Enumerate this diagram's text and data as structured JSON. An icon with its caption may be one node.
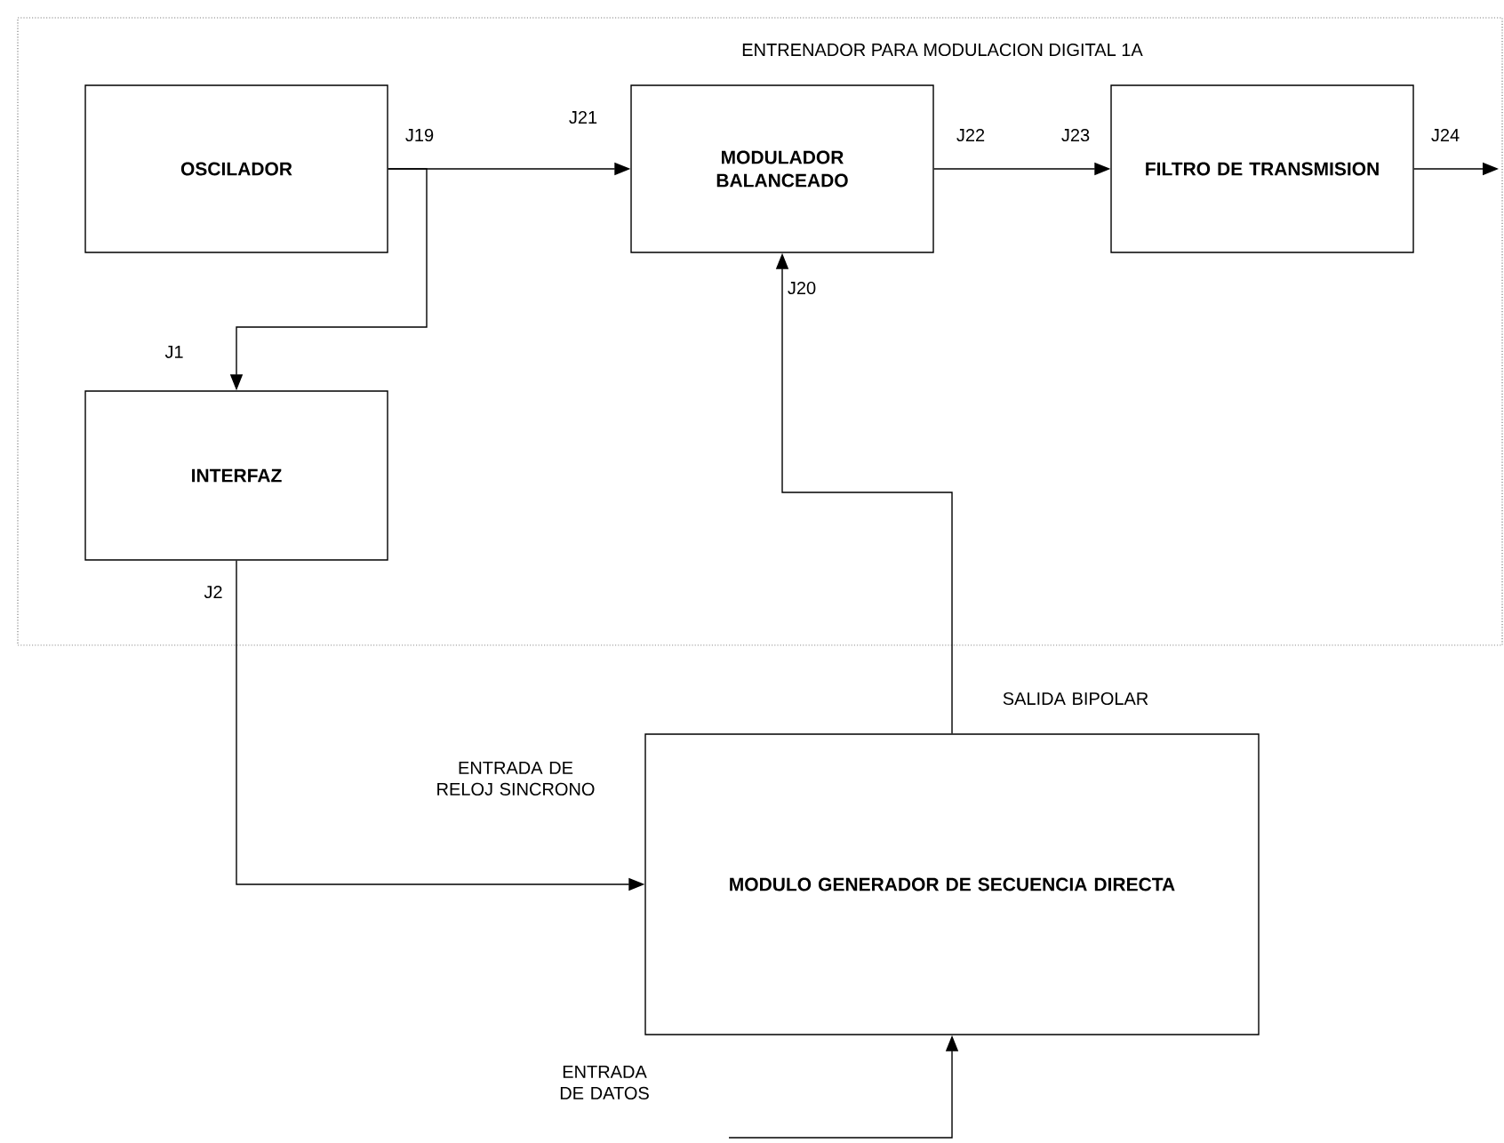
{
  "diagram": {
    "nodes": [
      {
        "text": [
          "ENTRENADOR PARA MODULACION DIGITAL 1A"
        ]
      },
      {
        "text": [
          "OSCILADOR"
        ],
        "in": 0
      },
      {
        "text": [
          "MODULADOR BALANCEADO"
        ],
        "in": 0
      },
      {
        "text": [
          "FILTRO DE TRANSMISION"
        ],
        "in": 0
      },
      {
        "text": [
          "INTERFAZ"
        ],
        "in": 0
      },
      {
        "text": [
          "MODULO GENERADOR DE SECUENCIA DIRECTA"
        ]
      }
    ],
    "edges": [
      {
        "from": 1,
        "to": 2,
        "arrow": "to"
      },
      {
        "from": 1,
        "to": 4,
        "arrow": "to"
      },
      {
        "from": 2,
        "to": 3,
        "arrow": "to"
      },
      {
        "from": 3,
        "to": null,
        "arrow": "to"
      },
      {
        "from": 4,
        "to": 5,
        "arrow": "to"
      },
      {
        "from": 5,
        "to": 2,
        "arrow": "to"
      },
      {
        "from": null,
        "to": 5,
        "arrow": "to"
      }
    ],
    "labels": [
      "J19",
      "J21",
      "J22",
      "J23",
      "J24",
      "J20",
      "J1",
      "J2",
      "SALIDA BIPOLAR",
      "ENTRADA DE RELOJ SINCRONO",
      "ENTRADA DE DATOS"
    ]
  }
}
